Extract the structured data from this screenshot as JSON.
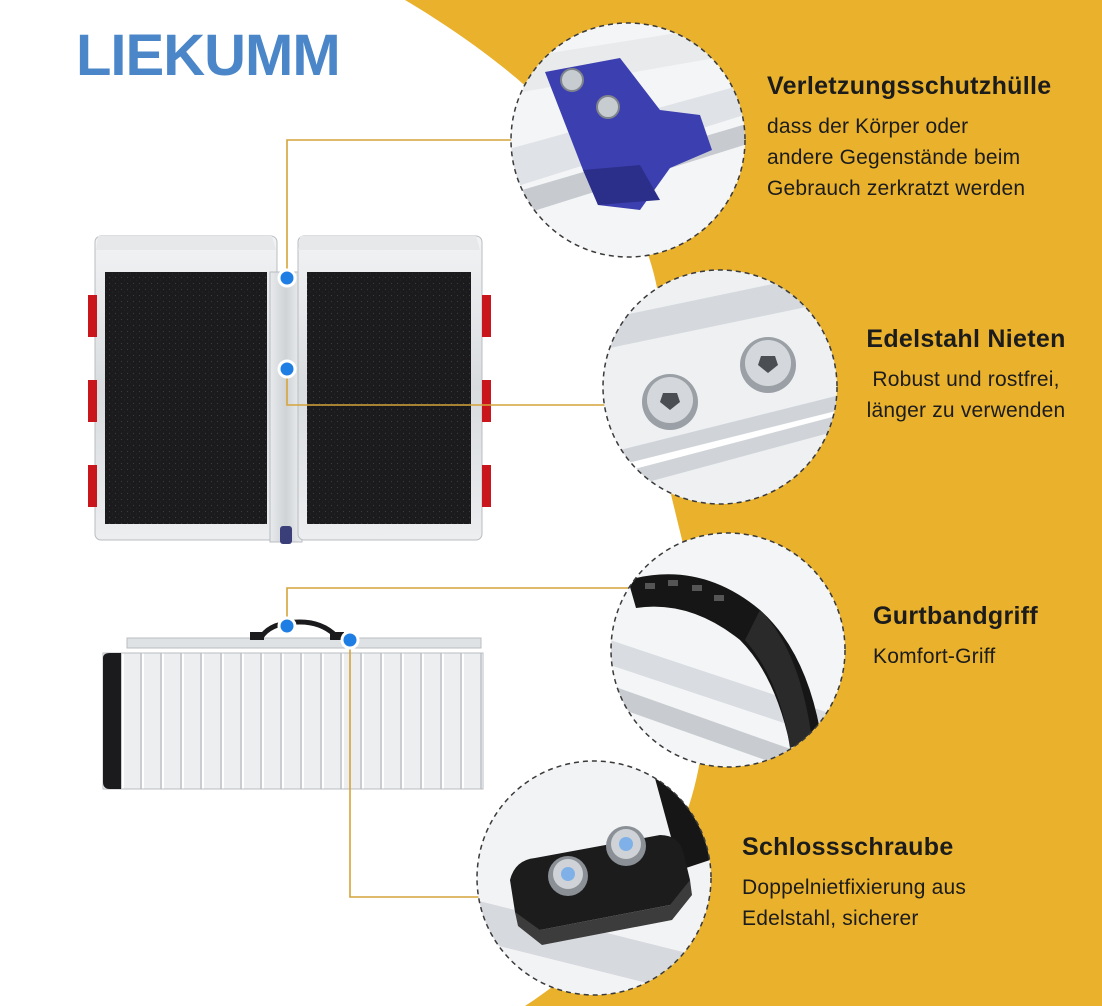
{
  "brand": {
    "name": "LIEKUMM",
    "color": "#4a86c8"
  },
  "colors": {
    "background_accent": "#e9b12c",
    "leader_line": "#d6a43a",
    "marker": "#1f7ee3"
  },
  "features": [
    {
      "title": "Verletzungsschutzhülle",
      "description": "dass der Körper oder\nandere Gegenstände beim\nGebrauch zerkratzt werden",
      "icon": "blue-protective-cap-detail"
    },
    {
      "title": "Edelstahl Nieten",
      "description": "Robust und rostfrei,\nlänger zu verwenden",
      "icon": "stainless-rivets-detail"
    },
    {
      "title": "Gurtbandgriff",
      "description": "Komfort-Griff",
      "icon": "strap-handle-detail"
    },
    {
      "title": "Schlossschraube",
      "description": "Doppelnietfixierung aus\nEdelstahl, sicherer",
      "icon": "lock-screw-detail"
    }
  ],
  "product": {
    "open_view": "ramp-unfolded-top-view",
    "folded_view": "ramp-folded-side-view"
  }
}
